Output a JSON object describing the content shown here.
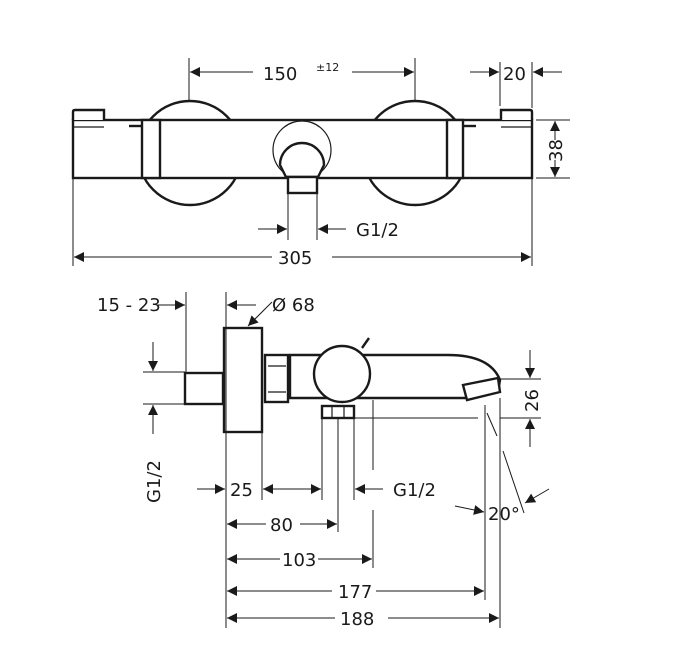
{
  "top_view": {
    "dim_width_center": "150",
    "dim_tolerance": "±12",
    "dim_end": "20",
    "dim_height": "38",
    "dim_outlet_thread": "G1/2",
    "dim_total": "305"
  },
  "side_view": {
    "dim_wall_offset": "15 - 23",
    "dim_rosette_diameter": "Ø 68",
    "dim_inlet_thread": "G1/2",
    "dim_rosette_depth": "25",
    "dim_outlet_thread": "G1/2",
    "dim_spout_height": "26",
    "dim_angle": "20°",
    "dim_80": "80",
    "dim_103": "103",
    "dim_177": "177",
    "dim_188": "188"
  }
}
